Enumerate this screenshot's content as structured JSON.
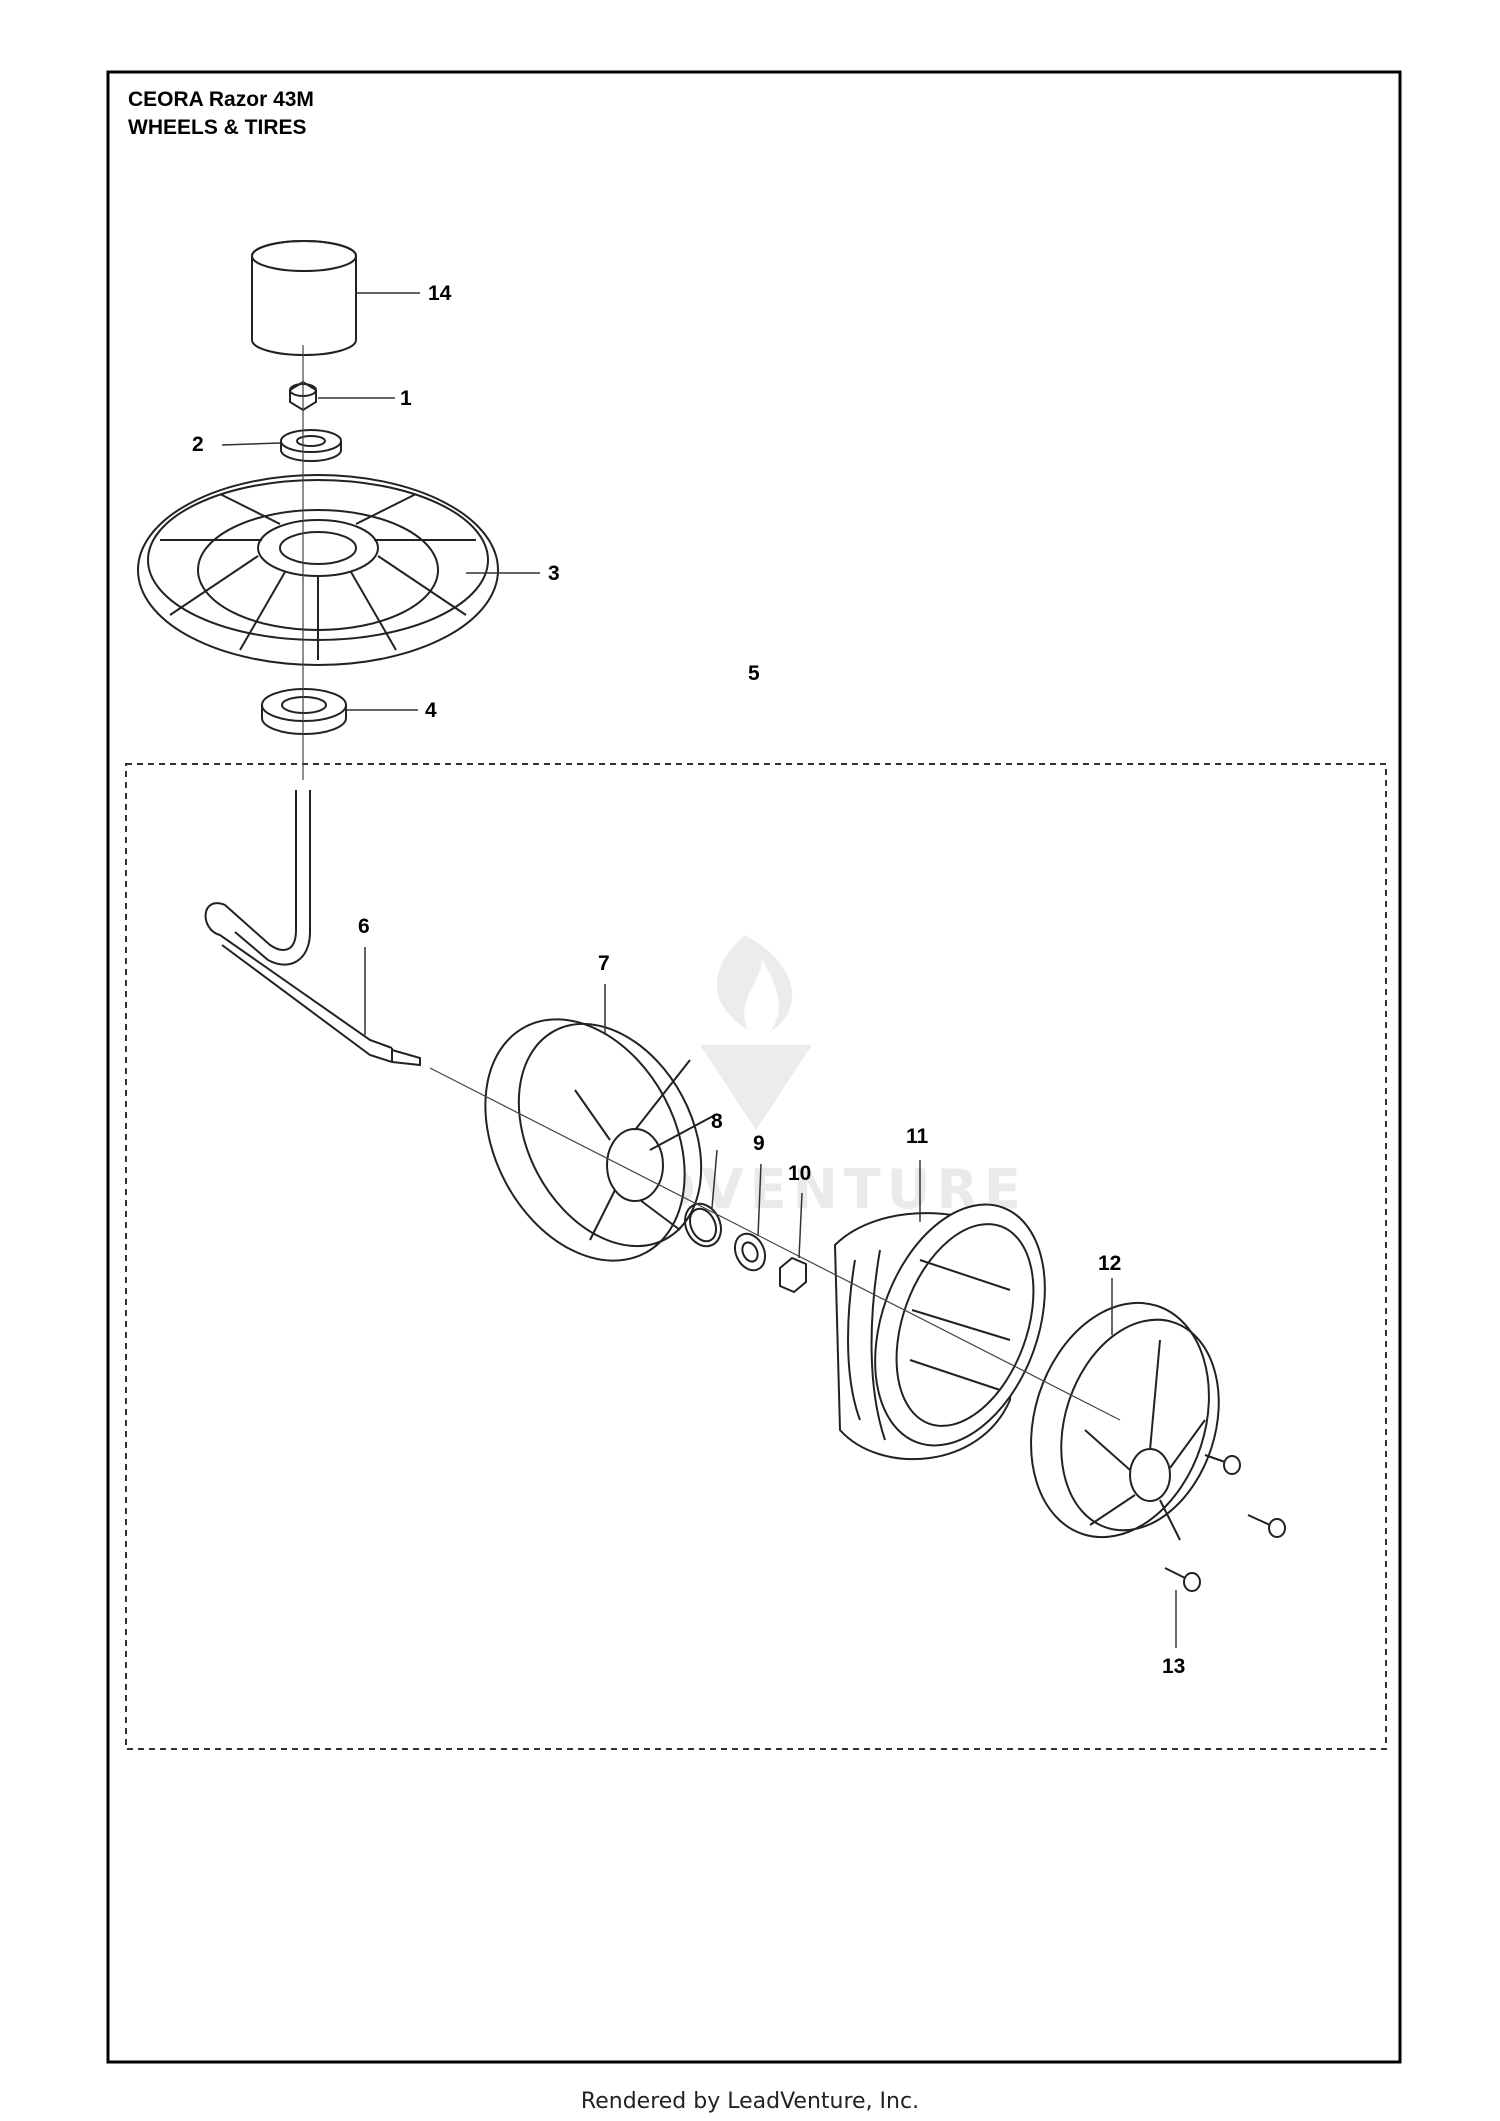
{
  "header": {
    "model": "CEORA Razor 43M",
    "section": "WHEELS & TIRES"
  },
  "callouts": [
    "14",
    "1",
    "2",
    "3",
    "4",
    "5",
    "6",
    "7",
    "8",
    "9",
    "10",
    "11",
    "12",
    "13"
  ],
  "watermark": {
    "brand": "LEADVENTURE"
  },
  "footer": {
    "text": "Rendered by LeadVenture, Inc."
  }
}
